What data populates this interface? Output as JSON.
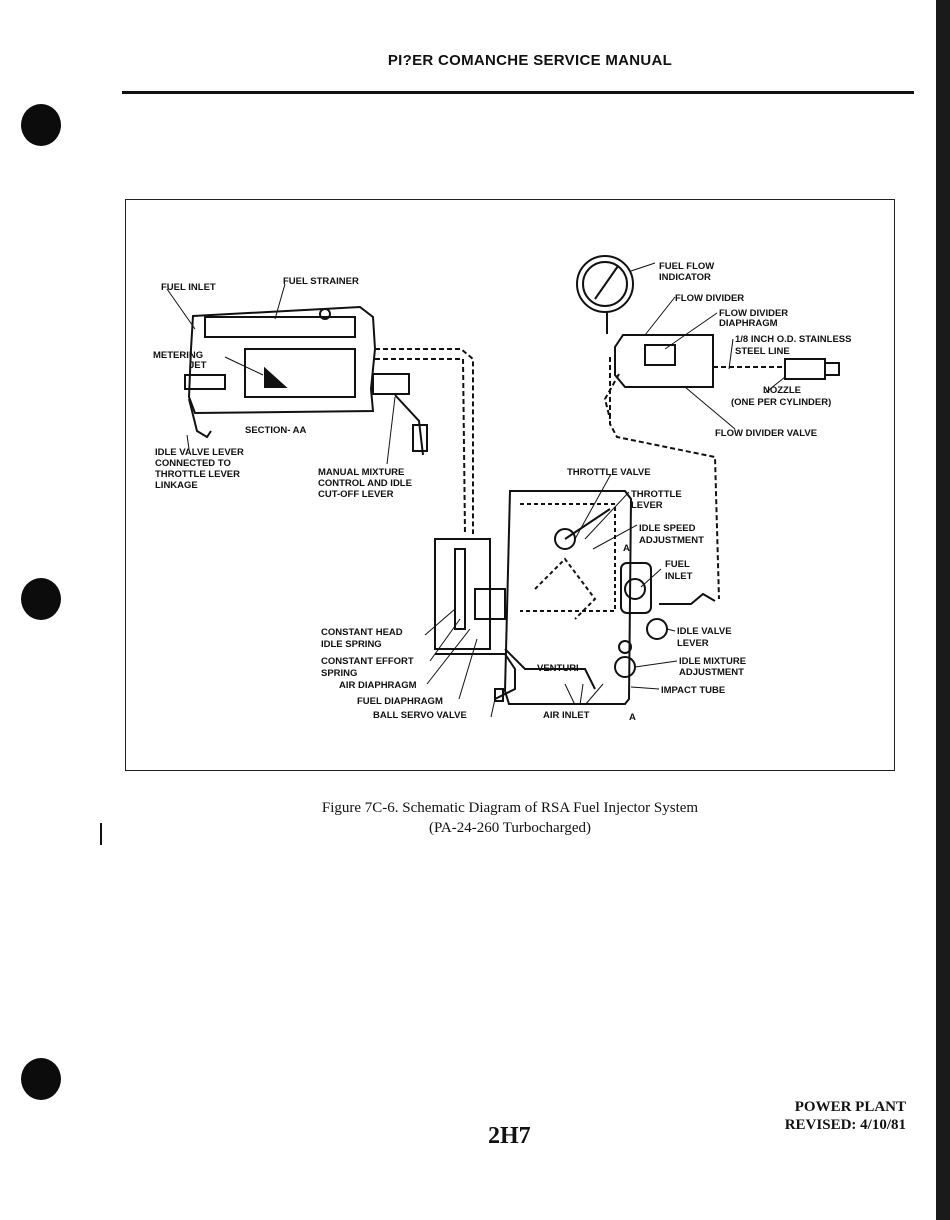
{
  "header": {
    "title": "PI?ER COMANCHE SERVICE MANUAL"
  },
  "figure": {
    "labels": {
      "fuel_inlet_top": "FUEL INLET",
      "fuel_strainer": "FUEL STRAINER",
      "metering_jet_1": "METERING",
      "metering_jet_2": "JET",
      "section_aa": "SECTION- AA",
      "idle_valve_lever_linkage": [
        "IDLE VALVE LEVER",
        "CONNECTED TO",
        "THROTTLE LEVER",
        "LINKAGE"
      ],
      "manual_mixture": [
        "MANUAL MIXTURE",
        "CONTROL AND IDLE",
        "CUT-OFF LEVER"
      ],
      "fuel_flow_indicator": [
        "FUEL FLOW",
        "INDICATOR"
      ],
      "flow_divider": "FLOW DIVIDER",
      "flow_divider_diaphragm": [
        "FLOW DIVIDER",
        "DIAPHRAGM"
      ],
      "steel_line": [
        "1/8 INCH O.D. STAINLESS",
        "STEEL LINE"
      ],
      "nozzle": [
        "NOZZLE",
        "(ONE PER CYLINDER)"
      ],
      "flow_divider_valve": "FLOW DIVIDER VALVE",
      "throttle_valve": "THROTTLE VALVE",
      "throttle_lever": [
        "THROTTLE",
        "LEVER"
      ],
      "idle_speed_adjustment": [
        "IDLE SPEED",
        "ADJUSTMENT"
      ],
      "fuel_inlet_lower": [
        "FUEL",
        "INLET"
      ],
      "idle_valve_lever": [
        "IDLE VALVE",
        "LEVER"
      ],
      "idle_mixture_adjustment": [
        "IDLE MIXTURE",
        "ADJUSTMENT"
      ],
      "impact_tube": "IMPACT TUBE",
      "constant_head": [
        "CONSTANT HEAD",
        "IDLE SPRING"
      ],
      "constant_effort": [
        "CONSTANT EFFORT",
        "SPRING"
      ],
      "air_diaphragm": "AIR DIAPHRAGM",
      "fuel_diaphragm": "FUEL DIAPHRAGM",
      "ball_servo_valve": "BALL SERVO VALVE",
      "air_inlet": "AIR INLET",
      "venturi": "VENTURI",
      "section_mark": "A"
    },
    "caption_line1": "Figure 7C-6. Schematic Diagram of RSA Fuel Injector System",
    "caption_line2": "(PA-24-260 Turbocharged)"
  },
  "footer": {
    "page_number": "2H7",
    "section": "POWER PLANT",
    "revised": "REVISED: 4/10/81"
  }
}
